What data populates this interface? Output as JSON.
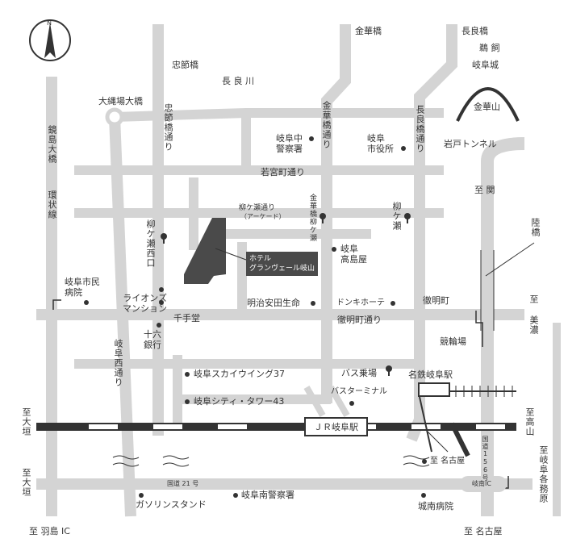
{
  "labels": {
    "kinkabashi_top": "金華橋",
    "nagarabashi_top": "長良橋",
    "ukai": "鵜 飼",
    "gifujo": "岐阜城",
    "kinkazan": "金華山",
    "iwato_tunnel": "岩戸トンネル",
    "chusetsubashi": "忠節橋",
    "nagaragawa": "長 良 川",
    "onawaba_ohashi": "大縄場大橋",
    "chusetsubashi_dori": "忠節橋通り",
    "kinkabashi_dori": "金華橋通り",
    "nagarabashi_dori": "長良橋通り",
    "kyoshimaohashi": "鏡島大橋",
    "kanjosen": "環状線",
    "gifu_naka_police": "岐阜中\n警察署",
    "gifu_city_hall": "岐阜\n市役所",
    "wakamiyacho_dori": "若宮町通り",
    "to_seki": "至 関",
    "rikkyo": "陸橋",
    "yanagaseco_dori": "柳ケ瀬通り",
    "arcade": "（アーケード）",
    "kinkabashi_yanagase": "金華橋柳ケ瀬",
    "yanagase_east": "柳ケ瀬",
    "yanagase_nishiguchi": "柳ケ瀬西口",
    "gifu_takashimaya": "岐阜\n高島屋",
    "hotel": "ホテル\nグランヴェール岐山",
    "gifu_city_hospital": "岐阜市民\n病院",
    "lions_mansion": "ライオンズ\nマンション",
    "meiji_yasuda": "明治安田生命",
    "donki": "ドンキホーテ",
    "tetsumeicho": "徹明町",
    "to_mino": "至 美濃",
    "senjudo": "千手堂",
    "tetsumeicho_dori": "徹明町通り",
    "juroku_bank": "十六\n銀行",
    "keirinjo": "競輪場",
    "gifu_nishi_dori": "岐阜西通り",
    "gifu_skywing": "岐阜スカイウイング37",
    "bus_stop": "バス乗場",
    "meitetsu_gifu": "名鉄岐阜駅",
    "gifu_city_tower": "岐阜シティ・タワー43",
    "bus_terminal": "バスターミナル",
    "to_ogaki_1": "至大垣",
    "jr_gifu": "ＪＲ岐阜駅",
    "to_takayama": "至高山",
    "route156": "国道156号",
    "to_nagoya_1": "至 名古屋",
    "to_gifu_kakumuhara": "至岐阜各務原",
    "to_ogaki_2": "至大垣",
    "route21": "国道 21 号",
    "gifu_minami_ic": "岐南IC",
    "gifu_minami_police": "岐阜南警察署",
    "gas_station": "ガソリンスタンド",
    "jonan_hospital": "城南病院",
    "to_hashima_ic": "至 羽島 IC",
    "to_nagoya_2": "至 名古屋"
  },
  "compass": {
    "north": "N"
  },
  "colors": {
    "road": "#d4d4d4",
    "text": "#333333",
    "hotel": "#4a4a4a",
    "rail": "#333333"
  }
}
